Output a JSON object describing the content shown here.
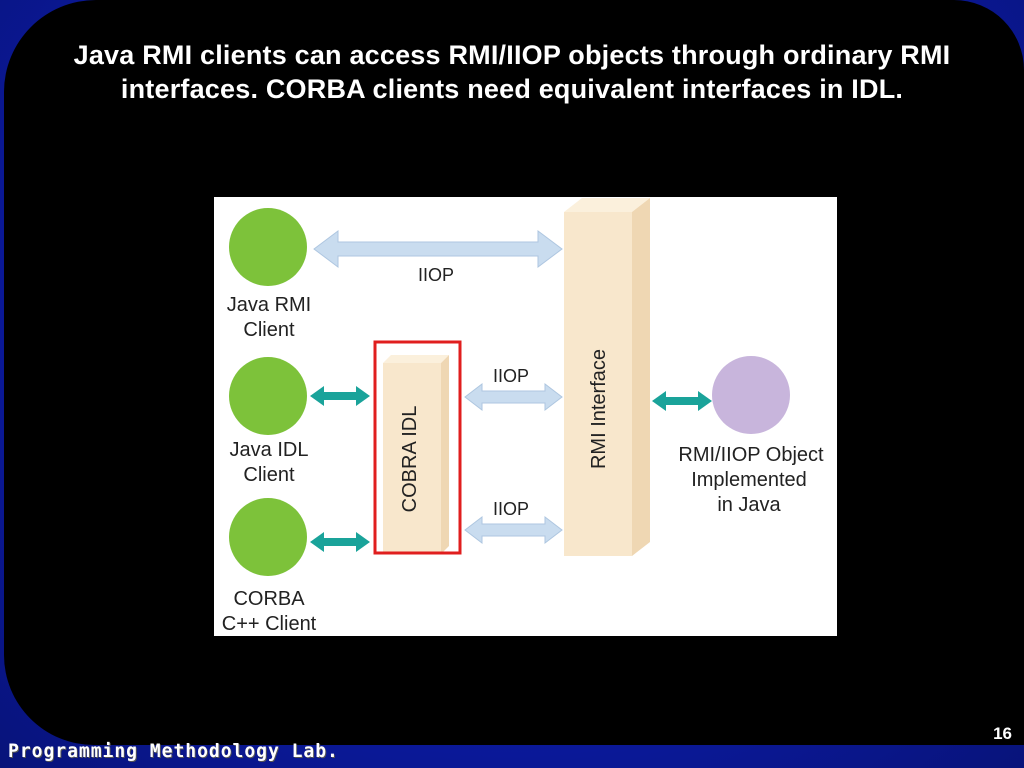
{
  "slide": {
    "title": "Java RMI clients can access RMI/IIOP objects through ordinary RMI interfaces. CORBA clients need equivalent interfaces in IDL.",
    "page_number": "16",
    "footer": "Programming Methodology Lab."
  },
  "diagram": {
    "clients": [
      {
        "line1": "Java RMI",
        "line2": "Client"
      },
      {
        "line1": "Java IDL",
        "line2": "Client"
      },
      {
        "line1": "CORBA",
        "line2": "C++ Client"
      }
    ],
    "iiop_labels": [
      "IIOP",
      "IIOP",
      "IIOP"
    ],
    "idl_box_label": "COBRA IDL",
    "rmi_interface_label": "RMI Interface",
    "object": {
      "line1": "RMI/IIOP Object",
      "line2": "Implemented",
      "line3": "in Java"
    },
    "colors": {
      "client_circle": "#7dc23a",
      "object_circle": "#c8b5dc",
      "teal_arrow": "#1aa39a",
      "light_arrow": "#c9dcef",
      "box_fill": "#f8e7cc",
      "highlight": "#e01e1e"
    }
  }
}
